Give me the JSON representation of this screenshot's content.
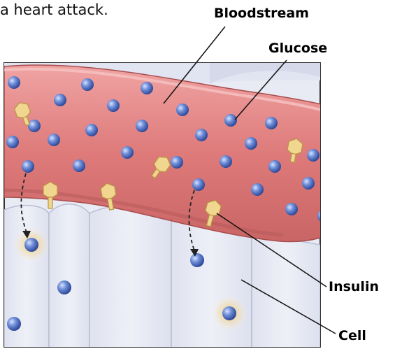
{
  "caption": "a heart attack.",
  "labels": {
    "bloodstream": "Bloodstream",
    "glucose": "Glucose",
    "insulin": "Insulin",
    "cell": "Cell"
  },
  "colors": {
    "vessel": "#e07f7f",
    "vessel_dark": "#c56464",
    "cell": "#e7e9f3",
    "glucose": "#5a78c8",
    "insulin": "#f0d68e"
  }
}
